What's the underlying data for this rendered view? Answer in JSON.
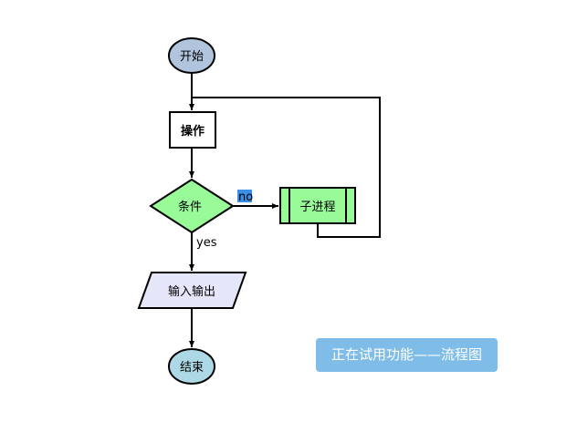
{
  "diagram": {
    "nodes": {
      "start": {
        "label": "开始",
        "shape": "terminator",
        "fill": "#b0c4de"
      },
      "operation": {
        "label": "操作",
        "shape": "process",
        "fill": "#ffffff"
      },
      "condition": {
        "label": "条件",
        "shape": "decision",
        "fill": "#98fb98"
      },
      "subprocess": {
        "label": "子进程",
        "shape": "subroutine",
        "fill": "#98fb98"
      },
      "io": {
        "label": "输入输出",
        "shape": "parallelogram",
        "fill": "#e6e6fa"
      },
      "end": {
        "label": "结束",
        "shape": "terminator",
        "fill": "#add8e6"
      }
    },
    "edges": {
      "no_label": "no",
      "yes_label": "yes"
    },
    "label_highlight": "#3a8ee6"
  },
  "banner": {
    "text": "正在试用功能——流程图",
    "background": "#7fbde8"
  }
}
